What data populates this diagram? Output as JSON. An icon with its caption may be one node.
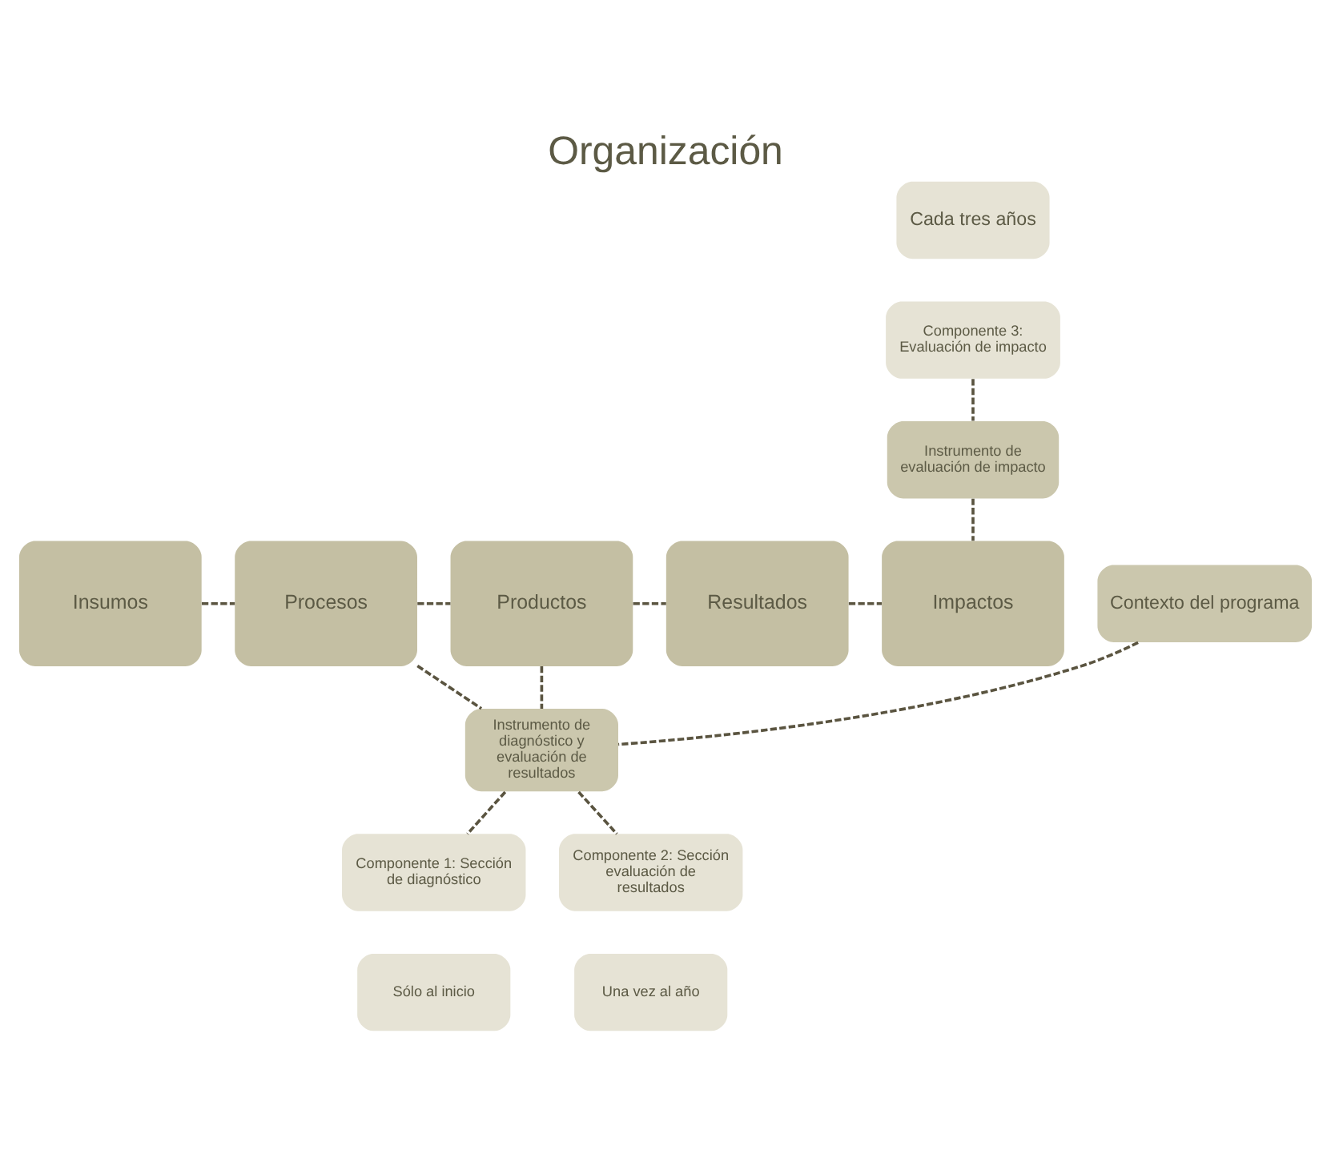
{
  "diagram": {
    "title": "Organización",
    "nodes": [
      {
        "text": [
          "Cada tres años"
        ]
      },
      {
        "text": [
          "Componente 3: Evaluación de impacto"
        ]
      },
      {
        "text": [
          "Instrumento de evaluación de impacto"
        ]
      },
      {
        "text": [
          "Insumos"
        ]
      },
      {
        "text": [
          "Procesos"
        ]
      },
      {
        "text": [
          "Productos"
        ]
      },
      {
        "text": [
          "Resultados"
        ]
      },
      {
        "text": [
          "Impactos"
        ]
      },
      {
        "text": [
          "Contexto del programa"
        ]
      },
      {
        "text": [
          "Instrumento de diagnóstico y evaluación de resultados"
        ]
      },
      {
        "text": [
          "Componente 1: Sección de diagnóstico"
        ]
      },
      {
        "text": [
          "Componente 2: Sección evaluación de resultados"
        ]
      },
      {
        "text": [
          "Sólo al inicio"
        ]
      },
      {
        "text": [
          "Una vez al año"
        ]
      }
    ],
    "edges": [
      {
        "from": 1,
        "to": 2,
        "arrow": "none",
        "style": "dashed"
      },
      {
        "from": 2,
        "to": 7,
        "arrow": "none",
        "style": "dashed"
      },
      {
        "from": 3,
        "to": 4,
        "arrow": "none",
        "style": "dashed"
      },
      {
        "from": 4,
        "to": 5,
        "arrow": "none",
        "style": "dashed"
      },
      {
        "from": 5,
        "to": 6,
        "arrow": "none",
        "style": "dashed"
      },
      {
        "from": 6,
        "to": 7,
        "arrow": "none",
        "style": "dashed"
      },
      {
        "from": 4,
        "to": 9,
        "arrow": "none",
        "style": "dashed"
      },
      {
        "from": 5,
        "to": 9,
        "arrow": "none",
        "style": "dashed"
      },
      {
        "from": 8,
        "to": 9,
        "arrow": "none",
        "style": "dashed"
      },
      {
        "from": 9,
        "to": 10,
        "arrow": "none",
        "style": "dashed"
      },
      {
        "from": 9,
        "to": 11,
        "arrow": "none",
        "style": "dashed"
      }
    ]
  }
}
